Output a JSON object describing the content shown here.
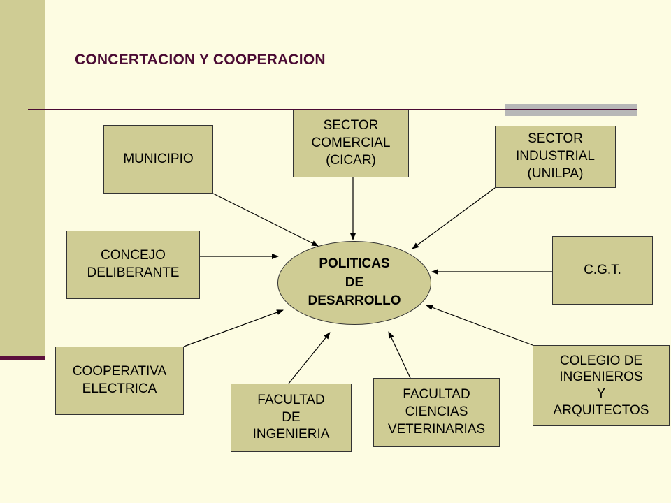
{
  "title": "CONCERTACION Y COOPERACION",
  "center": "POLITICAS\nDE\nDESARROLLO",
  "nodes": {
    "municipio": "MUNICIPIO",
    "sector_comercial": "SECTOR\nCOMERCIAL\n(CICAR)",
    "sector_industrial": "SECTOR\nINDUSTRIAL\n(UNILPA)",
    "concejo": "CONCEJO\nDELIBERANTE",
    "cgt": "C.G.T.",
    "cooperativa": "COOPERATIVA\nELECTRICA",
    "facultad_ingenieria": "FACULTAD\nDE\nINGENIERIA",
    "facultad_veterinarias": "FACULTAD\nCIENCIAS\nVETERINARIAS",
    "colegio": "COLEGIO DE\nINGENIEROS\nY\nARQUITECTOS"
  },
  "colors": {
    "background": "#fdfce2",
    "box_fill": "#cfcc94",
    "title_color": "#4a0a33",
    "accent_gray": "#b7b7b7"
  }
}
